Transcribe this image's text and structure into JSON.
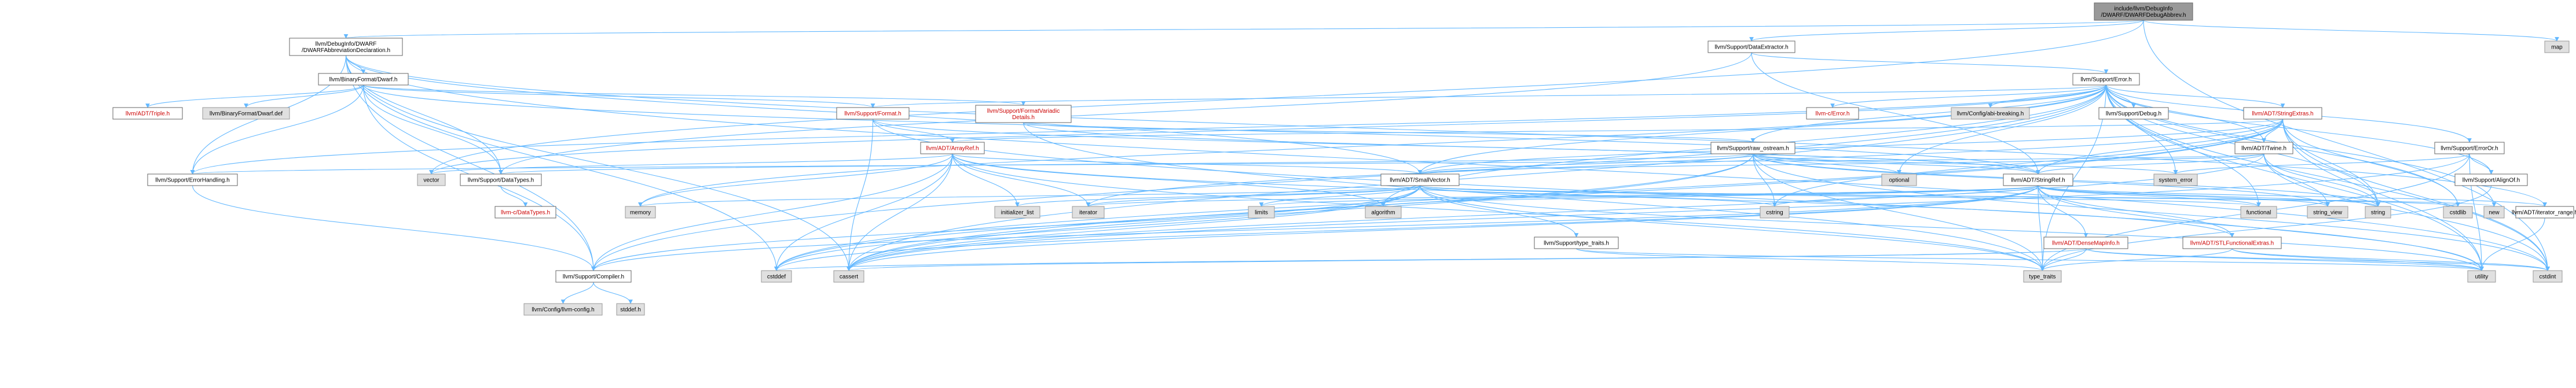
{
  "colors": {
    "focus_fill": "#999999",
    "focus_stroke": "#666666",
    "normal_fill": "#ffffff",
    "normal_stroke": "#666666",
    "system_fill": "#e0e0e0",
    "system_stroke": "#999999",
    "red_text": "#cc0000",
    "edge": "#63b8ff"
  },
  "nodes": [
    {
      "id": "root",
      "lines": [
        "include/llvm/DebugInfo",
        "/DWARF/DWARFDebugAbbrev.h"
      ],
      "kind": "focus"
    },
    {
      "id": "abbrevdecl",
      "lines": [
        "llvm/DebugInfo/DWARF",
        "/DWARFAbbreviationDeclaration.h"
      ],
      "kind": "normal"
    },
    {
      "id": "dataextractor",
      "lines": [
        "llvm/Support/DataExtractor.h"
      ],
      "kind": "normal"
    },
    {
      "id": "map",
      "lines": [
        "map"
      ],
      "kind": "system"
    },
    {
      "id": "dwarf",
      "lines": [
        "llvm/BinaryFormat/Dwarf.h"
      ],
      "kind": "normal"
    },
    {
      "id": "error",
      "lines": [
        "llvm/Support/Error.h"
      ],
      "kind": "normal"
    },
    {
      "id": "triple",
      "lines": [
        "llvm/ADT/Triple.h"
      ],
      "kind": "red"
    },
    {
      "id": "dwarfdef",
      "lines": [
        "llvm/BinaryFormat/Dwarf.def"
      ],
      "kind": "system"
    },
    {
      "id": "format",
      "lines": [
        "llvm/Support/Format.h"
      ],
      "kind": "red"
    },
    {
      "id": "formatvariadic",
      "lines": [
        "llvm/Support/FormatVariadic",
        "Details.h"
      ],
      "kind": "red"
    },
    {
      "id": "cerror",
      "lines": [
        "llvm-c/Error.h"
      ],
      "kind": "red"
    },
    {
      "id": "abibreaking",
      "lines": [
        "llvm/Config/abi-breaking.h"
      ],
      "kind": "system"
    },
    {
      "id": "debug",
      "lines": [
        "llvm/Support/Debug.h"
      ],
      "kind": "normal"
    },
    {
      "id": "stringextras",
      "lines": [
        "llvm/ADT/StringExtras.h"
      ],
      "kind": "red"
    },
    {
      "id": "arrayref",
      "lines": [
        "llvm/ADT/ArrayRef.h"
      ],
      "kind": "red"
    },
    {
      "id": "rawostream",
      "lines": [
        "llvm/Support/raw_ostream.h"
      ],
      "kind": "normal"
    },
    {
      "id": "twine",
      "lines": [
        "llvm/ADT/Twine.h"
      ],
      "kind": "normal"
    },
    {
      "id": "erroror",
      "lines": [
        "llvm/Support/ErrorOr.h"
      ],
      "kind": "normal"
    },
    {
      "id": "errorhandling",
      "lines": [
        "llvm/Support/ErrorHandling.h"
      ],
      "kind": "normal"
    },
    {
      "id": "vector",
      "lines": [
        "vector"
      ],
      "kind": "system"
    },
    {
      "id": "datatypes",
      "lines": [
        "llvm/Support/DataTypes.h"
      ],
      "kind": "normal"
    },
    {
      "id": "smallvector",
      "lines": [
        "llvm/ADT/SmallVector.h"
      ],
      "kind": "normal"
    },
    {
      "id": "optional",
      "lines": [
        "optional"
      ],
      "kind": "system"
    },
    {
      "id": "stringref",
      "lines": [
        "llvm/ADT/StringRef.h"
      ],
      "kind": "normal"
    },
    {
      "id": "systemerror",
      "lines": [
        "system_error"
      ],
      "kind": "system"
    },
    {
      "id": "alignof",
      "lines": [
        "llvm/Support/AlignOf.h"
      ],
      "kind": "normal"
    },
    {
      "id": "cdatatypes",
      "lines": [
        "llvm-c/DataTypes.h"
      ],
      "kind": "red"
    },
    {
      "id": "memory",
      "lines": [
        "memory"
      ],
      "kind": "system"
    },
    {
      "id": "initlist",
      "lines": [
        "initializer_list"
      ],
      "kind": "system"
    },
    {
      "id": "iterator",
      "lines": [
        "iterator"
      ],
      "kind": "system"
    },
    {
      "id": "limits",
      "lines": [
        "limits"
      ],
      "kind": "system"
    },
    {
      "id": "algorithm",
      "lines": [
        "algorithm"
      ],
      "kind": "system"
    },
    {
      "id": "typetraitsh",
      "lines": [
        "llvm/Support/type_traits.h"
      ],
      "kind": "normal"
    },
    {
      "id": "cstring",
      "lines": [
        "cstring"
      ],
      "kind": "system"
    },
    {
      "id": "densemapinfo",
      "lines": [
        "llvm/ADT/DenseMapInfo.h"
      ],
      "kind": "red"
    },
    {
      "id": "functional",
      "lines": [
        "functional"
      ],
      "kind": "system"
    },
    {
      "id": "stringview",
      "lines": [
        "string_view"
      ],
      "kind": "system"
    },
    {
      "id": "string",
      "lines": [
        "string"
      ],
      "kind": "system"
    },
    {
      "id": "stlfunctional",
      "lines": [
        "llvm/ADT/STLFunctionalExtras.h"
      ],
      "kind": "red"
    },
    {
      "id": "cstdlib",
      "lines": [
        "cstdlib"
      ],
      "kind": "system"
    },
    {
      "id": "new",
      "lines": [
        "new"
      ],
      "kind": "system"
    },
    {
      "id": "iteratorrange",
      "lines": [
        "llvm/ADT/iterator_range.h"
      ],
      "kind": "normal"
    },
    {
      "id": "compiler",
      "lines": [
        "llvm/Support/Compiler.h"
      ],
      "kind": "normal"
    },
    {
      "id": "cstddef",
      "lines": [
        "cstddef"
      ],
      "kind": "system"
    },
    {
      "id": "cassert",
      "lines": [
        "cassert"
      ],
      "kind": "system"
    },
    {
      "id": "typetraits",
      "lines": [
        "type_traits"
      ],
      "kind": "system"
    },
    {
      "id": "utility",
      "lines": [
        "utility"
      ],
      "kind": "system"
    },
    {
      "id": "cstdint",
      "lines": [
        "cstdint"
      ],
      "kind": "system"
    },
    {
      "id": "llvmconfig",
      "lines": [
        "llvm/Config/llvm-config.h"
      ],
      "kind": "system"
    },
    {
      "id": "stddef",
      "lines": [
        "stddef.h"
      ],
      "kind": "system"
    }
  ],
  "edges": [
    [
      "root",
      "abbrevdecl"
    ],
    [
      "root",
      "dataextractor"
    ],
    [
      "root",
      "map"
    ],
    [
      "root",
      "cstdint"
    ],
    [
      "root",
      "vector"
    ],
    [
      "abbrevdecl",
      "dwarf"
    ],
    [
      "abbrevdecl",
      "iteratorrange"
    ],
    [
      "abbrevdecl",
      "datatypes"
    ],
    [
      "abbrevdecl",
      "smallvector"
    ],
    [
      "abbrevdecl",
      "compiler"
    ],
    [
      "abbrevdecl",
      "cassert"
    ],
    [
      "abbrevdecl",
      "cstddef"
    ],
    [
      "abbrevdecl",
      "cstdint"
    ],
    [
      "abbrevdecl",
      "errorhandling"
    ],
    [
      "dataextractor",
      "error"
    ],
    [
      "dataextractor",
      "datatypes"
    ],
    [
      "dataextractor",
      "stringref"
    ],
    [
      "dwarf",
      "triple"
    ],
    [
      "dwarf",
      "dwarfdef"
    ],
    [
      "dwarf",
      "format"
    ],
    [
      "dwarf",
      "formatvariadic"
    ],
    [
      "dwarf",
      "datatypes"
    ],
    [
      "dwarf",
      "errorhandling"
    ],
    [
      "dwarf",
      "compiler"
    ],
    [
      "dwarf",
      "stringref"
    ],
    [
      "error",
      "cerror"
    ],
    [
      "error",
      "abibreaking"
    ],
    [
      "error",
      "debug"
    ],
    [
      "error",
      "stringextras"
    ],
    [
      "error",
      "twine"
    ],
    [
      "error",
      "erroror"
    ],
    [
      "error",
      "errorhandling"
    ],
    [
      "error",
      "rawostream"
    ],
    [
      "error",
      "alignof"
    ],
    [
      "error",
      "smallvector"
    ],
    [
      "error",
      "compiler"
    ],
    [
      "error",
      "format"
    ],
    [
      "error",
      "algorithm"
    ],
    [
      "error",
      "cassert"
    ],
    [
      "error",
      "cstdint"
    ],
    [
      "error",
      "cstdlib"
    ],
    [
      "error",
      "functional"
    ],
    [
      "error",
      "memory"
    ],
    [
      "error",
      "new"
    ],
    [
      "error",
      "optional"
    ],
    [
      "error",
      "string"
    ],
    [
      "error",
      "systemerror"
    ],
    [
      "error",
      "typetraits"
    ],
    [
      "error",
      "utility"
    ],
    [
      "error",
      "vector"
    ],
    [
      "format",
      "arrayref"
    ],
    [
      "format",
      "stringref"
    ],
    [
      "format",
      "cassert"
    ],
    [
      "format",
      "cstdio"
    ],
    [
      "format",
      "tuple"
    ],
    [
      "format",
      "utility"
    ],
    [
      "formatvariadic",
      "stringref"
    ],
    [
      "formatvariadic",
      "rawostream"
    ],
    [
      "formatvariadic",
      "typetraits"
    ],
    [
      "stringextras",
      "arrayref"
    ],
    [
      "stringextras",
      "smallvector"
    ],
    [
      "stringextras",
      "stringref"
    ],
    [
      "stringextras",
      "twine"
    ],
    [
      "stringextras",
      "cassert"
    ],
    [
      "stringextras",
      "cstddef"
    ],
    [
      "stringextras",
      "cstdint"
    ],
    [
      "stringextras",
      "cstdlib"
    ],
    [
      "stringextras",
      "cstring"
    ],
    [
      "stringextras",
      "iterator"
    ],
    [
      "stringextras",
      "string"
    ],
    [
      "stringextras",
      "utility"
    ],
    [
      "arrayref",
      "smallvector"
    ],
    [
      "arrayref",
      "compiler"
    ],
    [
      "arrayref",
      "algorithm"
    ],
    [
      "arrayref",
      "cassert"
    ],
    [
      "arrayref",
      "cstddef"
    ],
    [
      "arrayref",
      "initlist"
    ],
    [
      "arrayref",
      "iterator"
    ],
    [
      "arrayref",
      "memory"
    ],
    [
      "arrayref",
      "typetraits"
    ],
    [
      "arrayref",
      "vector"
    ],
    [
      "arrayref",
      "stlfunctional"
    ],
    [
      "rawostream",
      "smallvector"
    ],
    [
      "rawostream",
      "stringref"
    ],
    [
      "rawostream",
      "datatypes"
    ],
    [
      "rawostream",
      "cassert"
    ],
    [
      "rawostream",
      "cstddef"
    ],
    [
      "rawostream",
      "cstdint"
    ],
    [
      "rawostream",
      "cstring"
    ],
    [
      "rawostream",
      "optional"
    ],
    [
      "rawostream",
      "string"
    ],
    [
      "rawostream",
      "stringview"
    ],
    [
      "rawostream",
      "systemerror"
    ],
    [
      "rawostream",
      "typetraits"
    ],
    [
      "twine",
      "smallvector"
    ],
    [
      "twine",
      "stringref"
    ],
    [
      "twine",
      "errorhandling"
    ],
    [
      "twine",
      "cassert"
    ],
    [
      "twine",
      "cstdint"
    ],
    [
      "twine",
      "string"
    ],
    [
      "twine",
      "stringview"
    ],
    [
      "erroror",
      "alignof"
    ],
    [
      "erroror",
      "cassert"
    ],
    [
      "erroror",
      "systemerror"
    ],
    [
      "erroror",
      "typetraits"
    ],
    [
      "erroror",
      "utility"
    ],
    [
      "errorhandling",
      "compiler"
    ],
    [
      "datatypes",
      "cdatatypes"
    ],
    [
      "smallvector",
      "compiler"
    ],
    [
      "smallvector",
      "typetraitsh"
    ],
    [
      "smallvector",
      "algorithm"
    ],
    [
      "smallvector",
      "cassert"
    ],
    [
      "smallvector",
      "cstddef"
    ],
    [
      "smallvector",
      "cstdlib"
    ],
    [
      "smallvector",
      "cstring"
    ],
    [
      "smallvector",
      "functional"
    ],
    [
      "smallvector",
      "initlist"
    ],
    [
      "smallvector",
      "iterator"
    ],
    [
      "smallvector",
      "limits"
    ],
    [
      "smallvector",
      "memory"
    ],
    [
      "smallvector",
      "new"
    ],
    [
      "smallvector",
      "typetraits"
    ],
    [
      "smallvector",
      "utility"
    ],
    [
      "stringref",
      "densemapinfo"
    ],
    [
      "stringref",
      "stlfunctional"
    ],
    [
      "stringref",
      "iteratorrange"
    ],
    [
      "stringref",
      "compiler"
    ],
    [
      "stringref",
      "algorithm"
    ],
    [
      "stringref",
      "cassert"
    ],
    [
      "stringref",
      "cstddef"
    ],
    [
      "stringref",
      "cstring"
    ],
    [
      "stringref",
      "functional"
    ],
    [
      "stringref",
      "iterator"
    ],
    [
      "stringref",
      "limits"
    ],
    [
      "stringref",
      "string"
    ],
    [
      "stringref",
      "stringview"
    ],
    [
      "stringref",
      "typetraits"
    ],
    [
      "stringref",
      "utility"
    ],
    [
      "alignof",
      "typetraits"
    ],
    [
      "typetraitsh",
      "typetraits"
    ],
    [
      "typetraitsh",
      "utility"
    ],
    [
      "densemapinfo",
      "cassert"
    ],
    [
      "densemapinfo",
      "cstddef"
    ],
    [
      "densemapinfo",
      "cstdint"
    ],
    [
      "densemapinfo",
      "utility"
    ],
    [
      "densemapinfo",
      "typetraits"
    ],
    [
      "stlfunctional",
      "cstdint"
    ],
    [
      "stlfunctional",
      "typetraits"
    ],
    [
      "stlfunctional",
      "utility"
    ],
    [
      "iteratorrange",
      "utility"
    ],
    [
      "compiler",
      "llvmconfig"
    ],
    [
      "compiler",
      "stddef"
    ]
  ]
}
